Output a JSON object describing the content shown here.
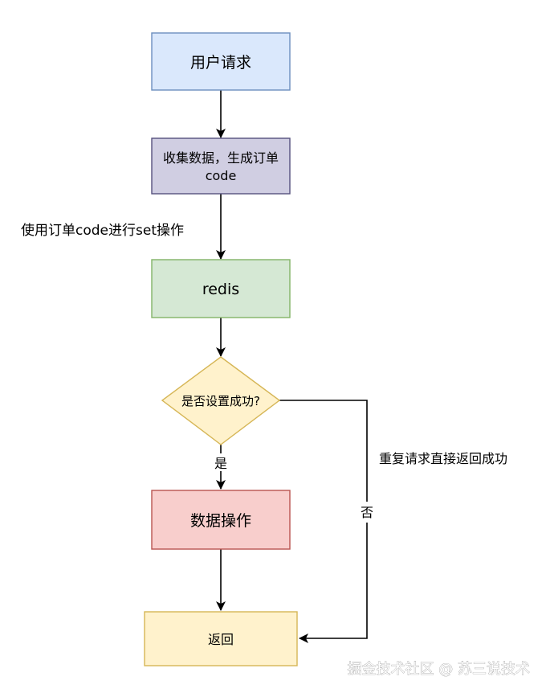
{
  "nodes": {
    "user_request": {
      "label": "用户请求",
      "fill": "#dae8fc",
      "stroke": "#6c8ebf"
    },
    "collect_data": {
      "label_line1": "收集数据，生成订单",
      "label_line2": "code",
      "fill": "#d0cee2",
      "stroke": "#56517e"
    },
    "redis": {
      "label": "redis",
      "fill": "#d5e8d4",
      "stroke": "#82b366"
    },
    "decision": {
      "label": "是否设置成功?",
      "fill": "#fff2cc",
      "stroke": "#d6b656"
    },
    "data_operation": {
      "label": "数据操作",
      "fill": "#f8cecc",
      "stroke": "#b85450"
    },
    "return": {
      "label": "返回",
      "fill": "#fff2cc",
      "stroke": "#d6b656"
    }
  },
  "edges": {
    "set_label": "使用订单code进行set操作",
    "yes_label": "是",
    "no_label": "否",
    "retry_label": "重复请求直接返回成功"
  },
  "watermark": "掘金技术社区 @ 苏三说技术"
}
